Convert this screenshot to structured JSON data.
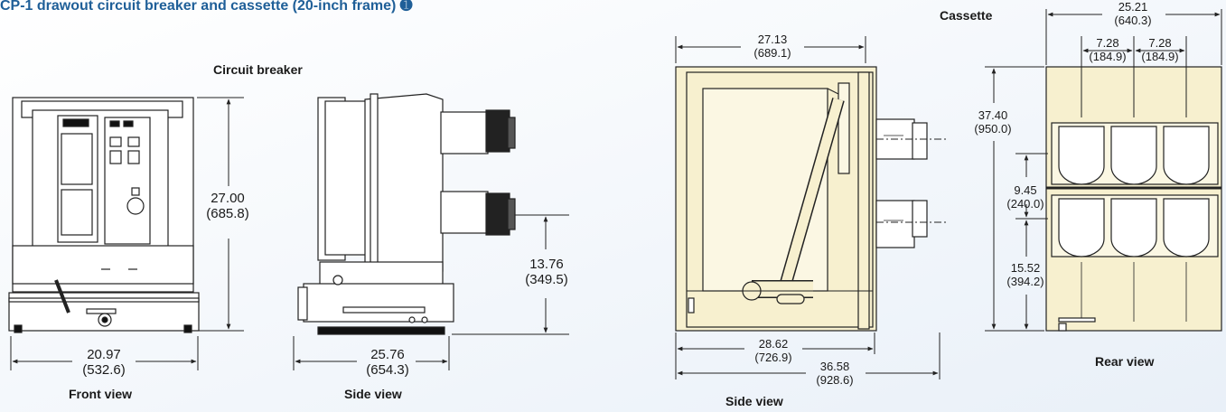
{
  "title": "CP-1 drawout circuit breaker and cassette (20-inch frame) ➊",
  "labels": {
    "circuit_breaker": "Circuit breaker",
    "front_view": "Front view",
    "side_view_breaker": "Side view",
    "cassette": "Cassette",
    "side_view_cassette": "Side view",
    "rear_view": "Rear view"
  },
  "dims": {
    "front_height": {
      "in": "27.00",
      "mm": "(685.8)"
    },
    "front_width": {
      "in": "20.97",
      "mm": "(532.6)"
    },
    "side_lower_height": {
      "in": "13.76",
      "mm": "(349.5)"
    },
    "side_depth": {
      "in": "25.76",
      "mm": "(654.3)"
    },
    "cassette_top": {
      "in": "27.13",
      "mm": "(689.1)"
    },
    "cassette_bottom_inner": {
      "in": "28.62",
      "mm": "(726.9)"
    },
    "cassette_bottom_outer": {
      "in": "36.58",
      "mm": "(928.6)"
    },
    "rear_width": {
      "in": "25.21",
      "mm": "(640.3)"
    },
    "rear_pitch_1": {
      "in": "7.28",
      "mm": "(184.9)"
    },
    "rear_pitch_2": {
      "in": "7.28",
      "mm": "(184.9)"
    },
    "rear_height": {
      "in": "37.40",
      "mm": "(950.0)"
    },
    "rear_phase_spacing": {
      "in": "9.45",
      "mm": "(240.0)"
    },
    "rear_lower": {
      "in": "15.52",
      "mm": "(394.2)"
    }
  },
  "colors": {
    "title": "#1f5f98",
    "cassette_fill": "#f7f0cf",
    "line": "#222222"
  }
}
